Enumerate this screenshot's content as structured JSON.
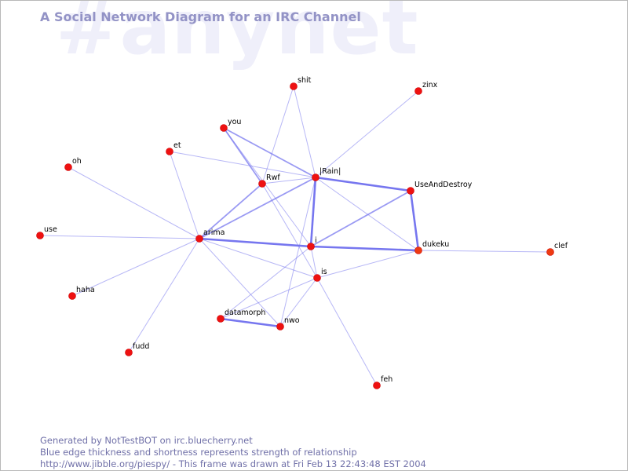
{
  "header": {
    "watermark": "#anynet",
    "title": "A Social Network Diagram for an IRC Channel"
  },
  "colors": {
    "edge": "#6f6fee",
    "node": "#ee1111",
    "node_outline": "#cc0000",
    "title": "#9393c6",
    "watermark": "#efeffa",
    "footer": "#7070a8"
  },
  "graph": {
    "nodes": [
      {
        "id": "shit",
        "label": "shit"
      },
      {
        "id": "zinx",
        "label": "zinx"
      },
      {
        "id": "you",
        "label": "you"
      },
      {
        "id": "et",
        "label": "et"
      },
      {
        "id": "oh",
        "label": "oh"
      },
      {
        "id": "rain",
        "label": "|Rain|"
      },
      {
        "id": "rwf",
        "label": "Rwf"
      },
      {
        "id": "useanddestroy",
        "label": "UseAndDestroy"
      },
      {
        "id": "use",
        "label": "use"
      },
      {
        "id": "arima",
        "label": "arima"
      },
      {
        "id": "i",
        "label": "i"
      },
      {
        "id": "dukeku",
        "label": "dukeku"
      },
      {
        "id": "clef",
        "label": "clef"
      },
      {
        "id": "is",
        "label": "is"
      },
      {
        "id": "haha",
        "label": "haha"
      },
      {
        "id": "datamorph",
        "label": "datamorph"
      },
      {
        "id": "nwo",
        "label": "nwo"
      },
      {
        "id": "fudd",
        "label": "fudd"
      },
      {
        "id": "feh",
        "label": "feh"
      }
    ],
    "edges": [
      {
        "source": "shit",
        "target": "rwf",
        "strength": 1
      },
      {
        "source": "shit",
        "target": "rain",
        "strength": 1
      },
      {
        "source": "zinx",
        "target": "rain",
        "strength": 1
      },
      {
        "source": "you",
        "target": "rwf",
        "strength": 2
      },
      {
        "source": "you",
        "target": "rain",
        "strength": 2
      },
      {
        "source": "you",
        "target": "i",
        "strength": 1
      },
      {
        "source": "et",
        "target": "rain",
        "strength": 1
      },
      {
        "source": "et",
        "target": "arima",
        "strength": 1
      },
      {
        "source": "oh",
        "target": "arima",
        "strength": 1
      },
      {
        "source": "use",
        "target": "arima",
        "strength": 1
      },
      {
        "source": "haha",
        "target": "arima",
        "strength": 1
      },
      {
        "source": "fudd",
        "target": "arima",
        "strength": 1
      },
      {
        "source": "arima",
        "target": "rwf",
        "strength": 2
      },
      {
        "source": "arima",
        "target": "rain",
        "strength": 2
      },
      {
        "source": "arima",
        "target": "i",
        "strength": 3
      },
      {
        "source": "arima",
        "target": "is",
        "strength": 1
      },
      {
        "source": "arima",
        "target": "nwo",
        "strength": 1
      },
      {
        "source": "rwf",
        "target": "rain",
        "strength": 1
      },
      {
        "source": "rwf",
        "target": "is",
        "strength": 1
      },
      {
        "source": "rain",
        "target": "useanddestroy",
        "strength": 3
      },
      {
        "source": "rain",
        "target": "i",
        "strength": 3
      },
      {
        "source": "rain",
        "target": "dukeku",
        "strength": 1
      },
      {
        "source": "rain",
        "target": "nwo",
        "strength": 1
      },
      {
        "source": "useanddestroy",
        "target": "dukeku",
        "strength": 3
      },
      {
        "source": "useanddestroy",
        "target": "i",
        "strength": 2
      },
      {
        "source": "i",
        "target": "dukeku",
        "strength": 3
      },
      {
        "source": "i",
        "target": "is",
        "strength": 1
      },
      {
        "source": "i",
        "target": "datamorph",
        "strength": 1
      },
      {
        "source": "dukeku",
        "target": "clef",
        "strength": 1
      },
      {
        "source": "dukeku",
        "target": "is",
        "strength": 1
      },
      {
        "source": "is",
        "target": "datamorph",
        "strength": 1
      },
      {
        "source": "is",
        "target": "nwo",
        "strength": 1
      },
      {
        "source": "is",
        "target": "feh",
        "strength": 1
      },
      {
        "source": "datamorph",
        "target": "nwo",
        "strength": 3
      }
    ]
  },
  "footer": {
    "line1": "Generated by NotTestBOT on irc.bluecherry.net",
    "line2": "Blue edge thickness and shortness represents strength of relationship",
    "line3": "http://www.jibble.org/piespy/ - This frame was drawn at Fri Feb 13 22:43:48 EST 2004"
  }
}
